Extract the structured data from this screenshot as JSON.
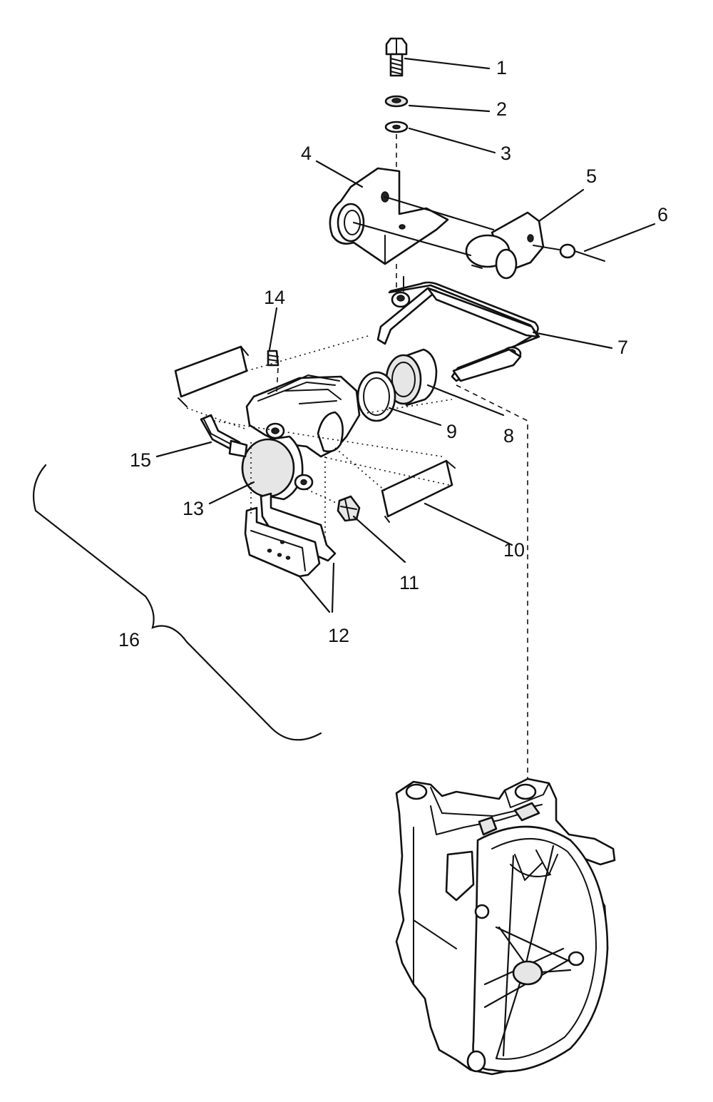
{
  "callouts": [
    {
      "id": "callout-1",
      "text": "1"
    },
    {
      "id": "callout-2",
      "text": "2"
    },
    {
      "id": "callout-3",
      "text": "3"
    },
    {
      "id": "callout-4",
      "text": "4"
    },
    {
      "id": "callout-5",
      "text": "5"
    },
    {
      "id": "callout-6",
      "text": "6"
    },
    {
      "id": "callout-7",
      "text": "7"
    },
    {
      "id": "callout-8",
      "text": "8"
    },
    {
      "id": "callout-9",
      "text": "9"
    },
    {
      "id": "callout-10",
      "text": "10"
    },
    {
      "id": "callout-11",
      "text": "11"
    },
    {
      "id": "callout-12",
      "text": "12"
    },
    {
      "id": "callout-13",
      "text": "13"
    },
    {
      "id": "callout-14",
      "text": "14"
    },
    {
      "id": "callout-15",
      "text": "15"
    },
    {
      "id": "callout-16",
      "text": "16"
    }
  ]
}
